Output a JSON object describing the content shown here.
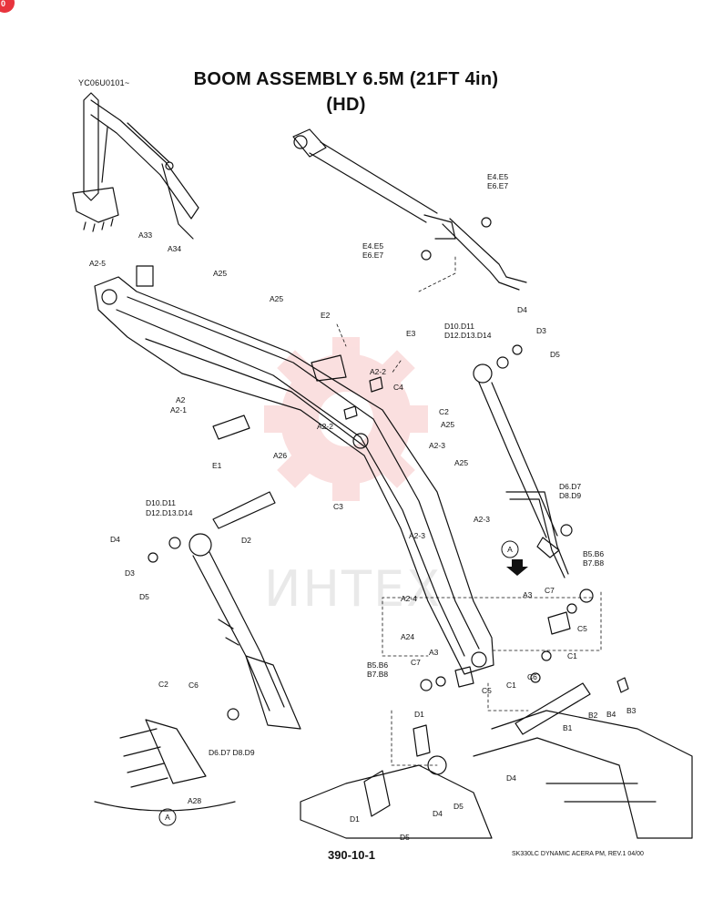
{
  "header": {
    "code": "YC06U0101~",
    "title_line1": "BOOM ASSEMBLY  6.5M (21FT 4in)",
    "title_line2": "(HD)"
  },
  "footer": {
    "page_number": "390-10-1",
    "revision": "SK330LC DYNAMIC ACERA PM, REV.1 04/00"
  },
  "watermark": {
    "text": "ИНТЕХ",
    "color": "#f6b9b9"
  },
  "badge": {
    "text": "0",
    "color": "#e8343d"
  },
  "callouts": {
    "a33": "A33",
    "a34": "A34",
    "a2_5": "A2-5",
    "a25_1": "A25",
    "a25_2": "A25",
    "a25_3": "A25",
    "a25_4": "A25",
    "a2": "A2",
    "a2_1": "A2-1",
    "e2": "E2",
    "e3": "E3",
    "a2_2a": "A2-2",
    "a2_2b": "A2-2",
    "c4": "C4",
    "c2a": "C2",
    "c3": "C3",
    "a26": "A26",
    "e1": "E1",
    "a2_3a": "A2-3",
    "a2_3b": "A2-3",
    "a2_3c": "A2-3",
    "d2": "D2",
    "d10_1a": "D10.D11",
    "d10_2a": "D12.D13.D14",
    "d4a": "D4",
    "d3a": "D3",
    "d5a": "D5",
    "d10_1b": "D10.D11",
    "d10_2b": "D12.D13.D14",
    "d4b": "D4",
    "d3b": "D3",
    "d5b": "D5",
    "e4a_1": "E4.E5",
    "e4a_2": "E6.E7",
    "e4b_1": "E4.E5",
    "e4b_2": "E6.E7",
    "d6a_1": "D6.D7",
    "d6a_2": "D8.D9",
    "d6b": "D6.D7 D8.D9",
    "a_ref": "A",
    "a2_4": "A2-4",
    "a24": "A24",
    "a3a": "A3",
    "c7a": "C7",
    "c5a": "C5",
    "c1a": "C1",
    "b5a_1": "B5.B6",
    "b5a_2": "B7.B8",
    "b5b_1": "B5.B6",
    "b5b_2": "B7.B8",
    "c7b": "C7",
    "a3b": "A3",
    "c5b": "C5",
    "c1b": "C1",
    "c6a": "C6",
    "b1": "B1",
    "b2": "B2",
    "b4": "B4",
    "b3": "B3",
    "d1a": "D1",
    "d4c": "D4",
    "d4d": "D4",
    "d5c": "D5",
    "d1b": "D1",
    "d5d": "D5",
    "c2b": "C2",
    "c6b": "C6",
    "a28": "A28",
    "a_detail": "A"
  }
}
